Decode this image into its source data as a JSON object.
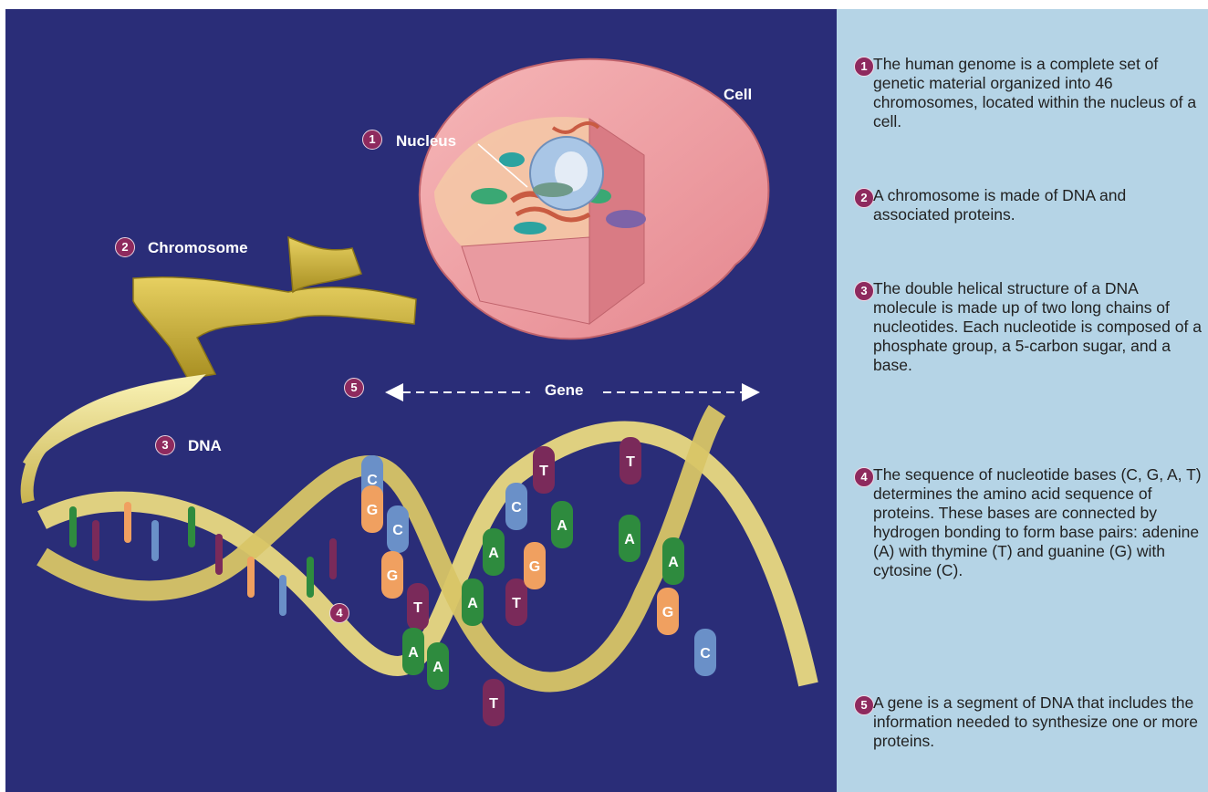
{
  "labels": {
    "cell": "Cell",
    "nucleus": "Nucleus",
    "chromosome": "Chromosome",
    "dna": "DNA",
    "gene": "Gene"
  },
  "badges": [
    "1",
    "2",
    "3",
    "4",
    "5"
  ],
  "notes": [
    {
      "num": "1",
      "text": "The human genome is a complete set of genetic material organized into 46 chromosomes, located within the nucleus of a cell."
    },
    {
      "num": "2",
      "text": "A chromosome is made of DNA and associated proteins."
    },
    {
      "num": "3",
      "text": "The double helical structure of a DNA molecule is made up of two long chains of nucleotides. Each nucleotide is composed of a phosphate group, a 5-carbon sugar, and a base."
    },
    {
      "num": "4",
      "text": "The sequence of nucleotide bases (C, G, A, T) determines the amino acid sequence of proteins. These bases are connected by hydrogen bonding to form base pairs: adenine (A) with thymine (T) and guanine (G) with cytosine (C)."
    },
    {
      "num": "5",
      "text": "A gene is a segment of DNA that includes the information needed to synthesize one or more proteins."
    }
  ],
  "base_letters": [
    "C",
    "G",
    "C",
    "G",
    "T",
    "A",
    "A",
    "A",
    "T",
    "T",
    "A",
    "C",
    "G",
    "A",
    "T",
    "A",
    "T",
    "A",
    "G",
    "C"
  ],
  "colors": {
    "background": "#2a2d78",
    "panel": "#b5d4e6",
    "badge": "#8e2a5e",
    "adenine": "#2e8b3e",
    "thymine": "#7a2a5a",
    "guanine": "#f0a060",
    "cytosine": "#6a90c8",
    "ribbon": "#efe08a"
  }
}
